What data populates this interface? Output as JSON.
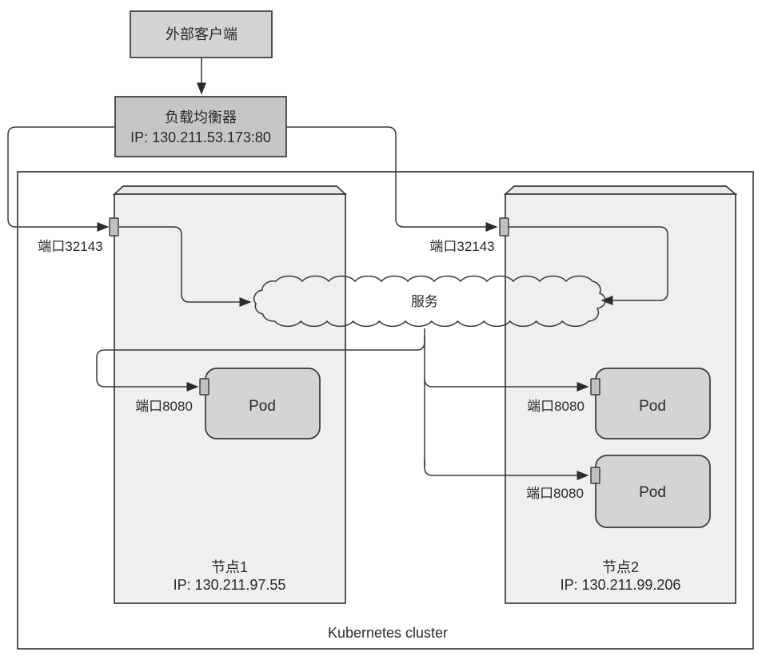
{
  "external_client": {
    "label": "外部客户端"
  },
  "load_balancer": {
    "title": "负载均衡器",
    "ip": "IP: 130.211.53.173:80"
  },
  "cluster": {
    "label": "Kubernetes cluster"
  },
  "service": {
    "label": "服务"
  },
  "nodes": [
    {
      "name": "节点1",
      "ip": "IP: 130.211.97.55",
      "port_label": "端口32143",
      "pods": [
        {
          "label": "Pod",
          "port_label": "端口8080"
        }
      ]
    },
    {
      "name": "节点2",
      "ip": "IP: 130.211.99.206",
      "port_label": "端口32143",
      "pods": [
        {
          "label": "Pod",
          "port_label": "端口8080"
        },
        {
          "label": "Pod",
          "port_label": "端口8080"
        }
      ]
    }
  ],
  "colors": {
    "client_fill": "#d4d4d4",
    "lb_fill": "#c6c6c6",
    "node_fill": "#efefef",
    "lid_fill": "#e8e8e8",
    "pod_fill": "#d4d4d4",
    "port_fill": "#c0c0c0",
    "cloud_fill": "#ffffff",
    "line": "#383838"
  }
}
